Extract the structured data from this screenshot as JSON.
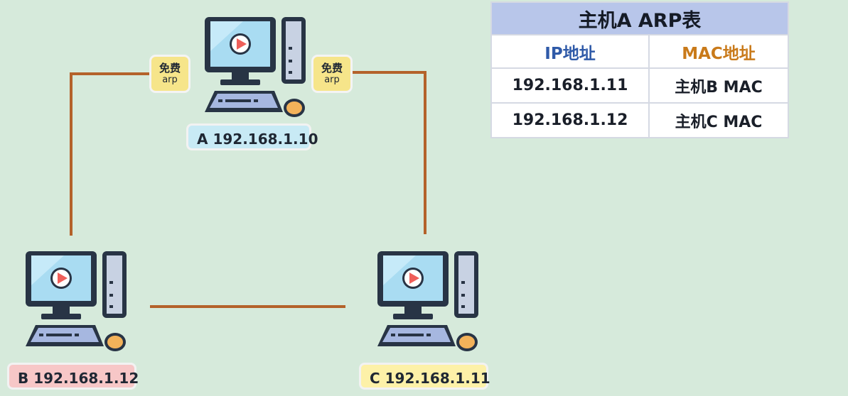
{
  "hosts": [
    {
      "id": "a",
      "label": "A 192.168.1.10"
    },
    {
      "id": "b",
      "label": "B 192.168.1.12"
    },
    {
      "id": "c",
      "label": "C 192.168.1.11"
    }
  ],
  "gratuitous_arp_tags": [
    {
      "line1": "免费",
      "line2": "arp"
    },
    {
      "line1": "免费",
      "line2": "arp"
    }
  ],
  "arp_table": {
    "title": "主机A ARP表",
    "headers": [
      "IP地址",
      "MAC地址"
    ],
    "rows": [
      [
        "192.168.1.11",
        "主机B MAC"
      ],
      [
        "192.168.1.12",
        "主机C MAC"
      ]
    ]
  },
  "colors": {
    "link": "#b4622a",
    "screen": "#a9dcf2",
    "play_icon": "#ef5f5a",
    "keyboard": "#a6b7e0"
  }
}
